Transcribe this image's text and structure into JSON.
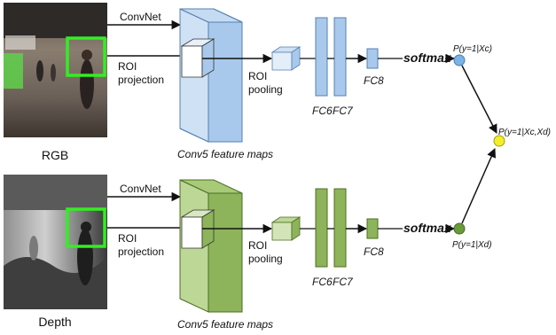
{
  "rgb_stream": {
    "image_caption": "RGB",
    "convnet_label": "ConvNet",
    "roi_projection_label": [
      "ROI",
      "projection"
    ],
    "roi_pooling_label": [
      "ROI",
      "pooling"
    ],
    "fc6_label": "FC6",
    "fc7_label": "FC7",
    "fc8_label": "FC8",
    "softmax_label": "softmax",
    "feature_maps_label": "Conv5 feature maps",
    "prob_label": "P(y=1|Xc)"
  },
  "depth_stream": {
    "image_caption": "Depth",
    "convnet_label": "ConvNet",
    "roi_projection_label": [
      "ROI",
      "projection"
    ],
    "roi_pooling_label": [
      "ROI",
      "pooling"
    ],
    "fc6_label": "FC6",
    "fc7_label": "FC7",
    "fc8_label": "FC8",
    "softmax_label": "softmax",
    "feature_maps_label": "Conv5 feature maps",
    "prob_label": "P(y=1|Xd)"
  },
  "fusion": {
    "prob_label": "P(y=1|Xc,Xd)"
  },
  "colors": {
    "rgb_fill": "#a9c9ec",
    "rgb_stroke": "#5580b0",
    "depth_fill": "#8db45a",
    "depth_stroke": "#4d6e22",
    "roi_box": "#33ee22",
    "rgb_node": "#7ab4e6",
    "depth_node": "#6a9a3a",
    "fusion_node": "#f2ee2a"
  }
}
